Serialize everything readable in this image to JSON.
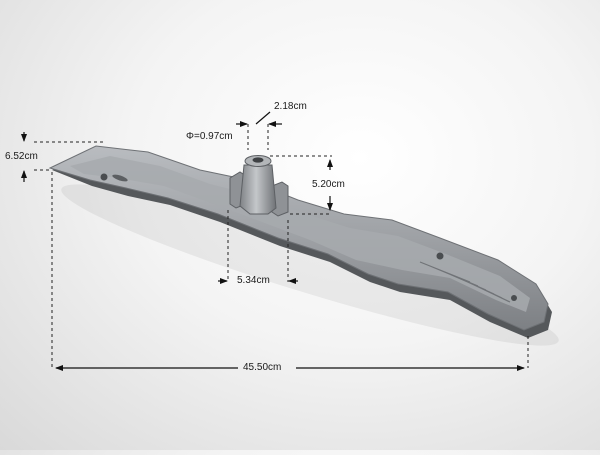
{
  "product": {
    "name": "",
    "image": "dishwasher spray arm"
  },
  "dimensions": {
    "total_length": "45.50cm",
    "left_height": "6.52cm",
    "hub_height": "5.20cm",
    "hub_base_width": "5.34cm",
    "hub_top_width": "2.18cm",
    "hub_diameter": "Φ=0.97cm"
  },
  "colors": {
    "arm_body": "#9c9fa3",
    "arm_shadow": "#5a5d60",
    "dimension_line": "#111111",
    "guide_line": "#222222"
  }
}
